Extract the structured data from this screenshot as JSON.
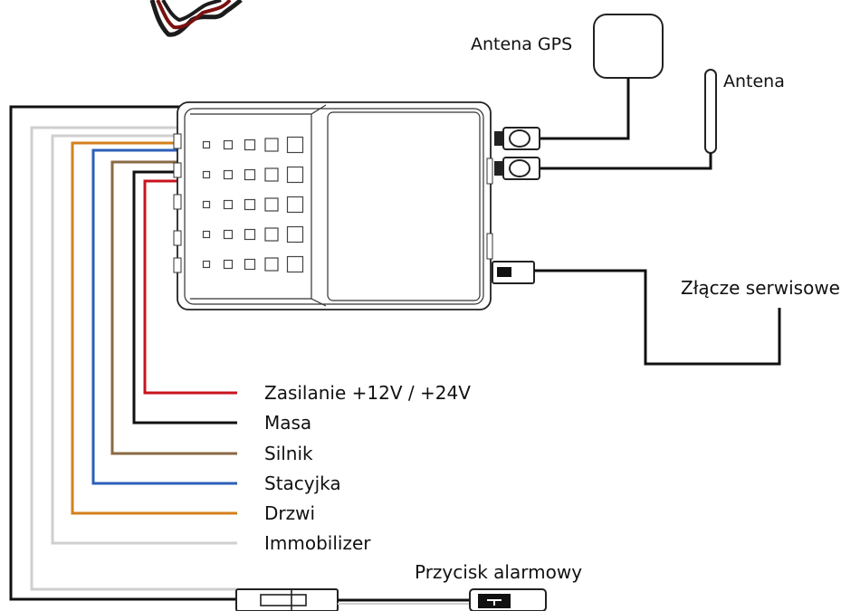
{
  "wiring": [
    {
      "label": "Zasilanie +12V / +24V",
      "color": "#c8141e"
    },
    {
      "label": "Masa",
      "color": "#111111"
    },
    {
      "label": "Silnik",
      "color": "#8a6a44"
    },
    {
      "label": "Stacyjka",
      "color": "#2c5fb8"
    },
    {
      "label": "Drzwi",
      "color": "#d4801e"
    },
    {
      "label": "Immobilizer",
      "color": "#cfcfcf"
    }
  ],
  "connectors": {
    "gps_antenna": "Antena GPS",
    "gsm_antenna": "Antena",
    "service_port": "Złącze serwisowe",
    "alarm_button": "Przycisk alarmowy"
  },
  "colors": {
    "outline": "#222222",
    "thin_outline": "#333333",
    "fill": "#ffffff"
  },
  "icons": {
    "led_grid": "led-grid-icon",
    "cable_coil": "cable-coil-icon"
  }
}
